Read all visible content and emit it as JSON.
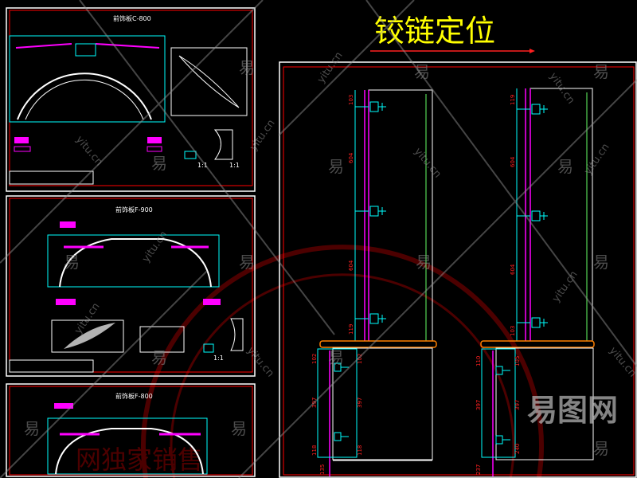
{
  "main_title": "铰链定位",
  "sheets": [
    {
      "title": "前饰板C-800",
      "scale_a": "1:1",
      "scale_b": "1:1"
    },
    {
      "title": "前饰板F-900",
      "scale_a": "1:1"
    },
    {
      "title": "前饰板F-800"
    }
  ],
  "upper_left_dims": [
    "103",
    "604",
    "604",
    "119"
  ],
  "upper_right_dims": [
    "119",
    "604",
    "604",
    "103"
  ],
  "lower_left_dims": [
    "102",
    "397",
    "118",
    "102",
    "397",
    "118",
    "135"
  ],
  "lower_right_dims": [
    "110",
    "397",
    "237",
    "105",
    "397",
    "240"
  ],
  "watermark": {
    "brand": "易图网",
    "site": "yitu.cn",
    "glyph": "易",
    "stamp": "网独家销售"
  },
  "colors": {
    "frame": "#ffffff",
    "border": "#ff0000",
    "title": "#ffff00",
    "dim_line": "#00ffff",
    "door": "#ff00ff",
    "counter": "#ff8000",
    "dim_text": "#ff2020"
  }
}
